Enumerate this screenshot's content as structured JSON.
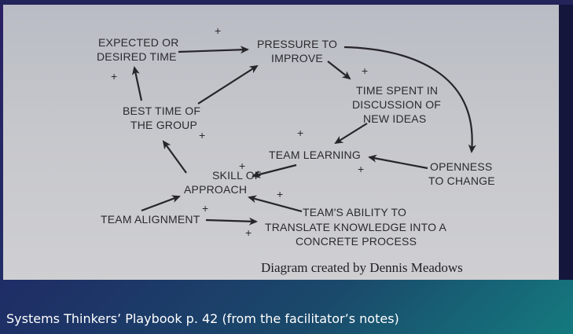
{
  "diagram": {
    "nodes": [
      {
        "id": "expected",
        "lines": [
          "EXPECTED OR",
          "DESIRED TIME"
        ]
      },
      {
        "id": "pressure",
        "lines": [
          "PRESSURE TO",
          "IMPROVE"
        ]
      },
      {
        "id": "time_spent",
        "lines": [
          "TIME SPENT IN",
          "DISCUSSION OF",
          "NEW IDEAS"
        ]
      },
      {
        "id": "best_time",
        "lines": [
          "BEST TIME OF",
          "THE GROUP"
        ]
      },
      {
        "id": "team_learning",
        "lines": [
          "TEAM LEARNING"
        ]
      },
      {
        "id": "openness",
        "lines": [
          "OPENNESS",
          "TO CHANGE"
        ]
      },
      {
        "id": "skill",
        "lines": [
          "SKILL OF",
          "APPROACH"
        ]
      },
      {
        "id": "alignment",
        "lines": [
          "TEAM ALIGNMENT"
        ]
      },
      {
        "id": "ability",
        "lines": [
          "TEAM'S ABILITY TO",
          "TRANSLATE KNOWLEDGE INTO A",
          "CONCRETE PROCESS"
        ]
      }
    ],
    "polarity": "+",
    "credit": "Diagram created by Dennis Meadows"
  },
  "caption": "Systems Thinkers’ Playbook p. 42 (from the facilitator’s notes)",
  "colors": {
    "paper": "#c6c7cc",
    "ink": "#25252a",
    "background_start": "#2a1f63",
    "background_end": "#147a7f"
  }
}
